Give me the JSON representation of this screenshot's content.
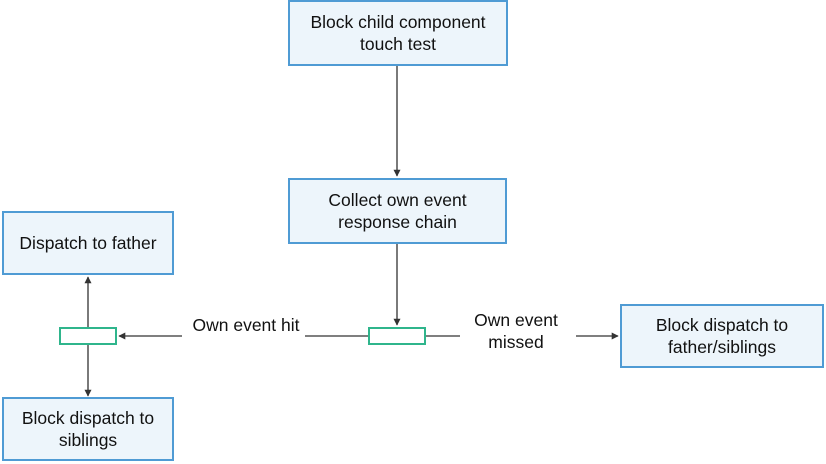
{
  "diagram": {
    "nodes": {
      "block_child": "Block child component touch test",
      "collect_chain": "Collect own event response chain",
      "dispatch_father": "Dispatch to father",
      "block_siblings": "Block dispatch to siblings",
      "block_father_siblings": "Block dispatch to father/siblings"
    },
    "edge_labels": {
      "own_event_hit": "Own event hit",
      "own_event_missed": "Own event missed"
    },
    "colors": {
      "box_fill": "#edf5fb",
      "box_border": "#4f9bd4",
      "connector_border": "#2fb58c",
      "line": "#333333"
    }
  }
}
